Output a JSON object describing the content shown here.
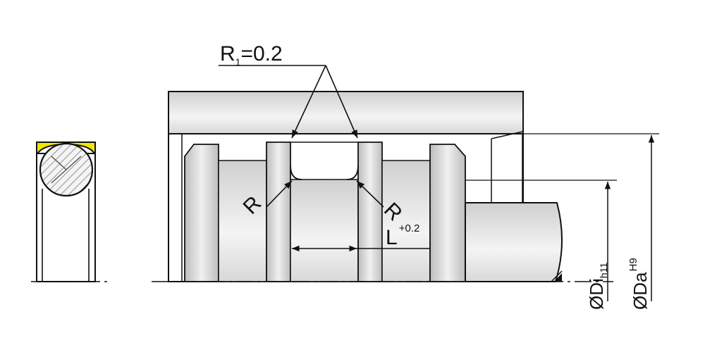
{
  "labels": {
    "r1": {
      "main": "R",
      "sub": "1",
      "value": "=0.2"
    },
    "r_left": "R",
    "r_right": "R",
    "l": {
      "main": "L",
      "tolerance": "+0.2"
    },
    "di": {
      "symbol": "Ø",
      "main": "Di",
      "tolerance": "h11"
    },
    "da": {
      "symbol": "Ø",
      "main": "Da",
      "tolerance": "H9"
    }
  },
  "colors": {
    "outline": "#111111",
    "part_fill": "#e6e6e6",
    "groove_fill": "#c4c4c4",
    "seal_ring": "#f2e600",
    "centerline": "#111111"
  }
}
